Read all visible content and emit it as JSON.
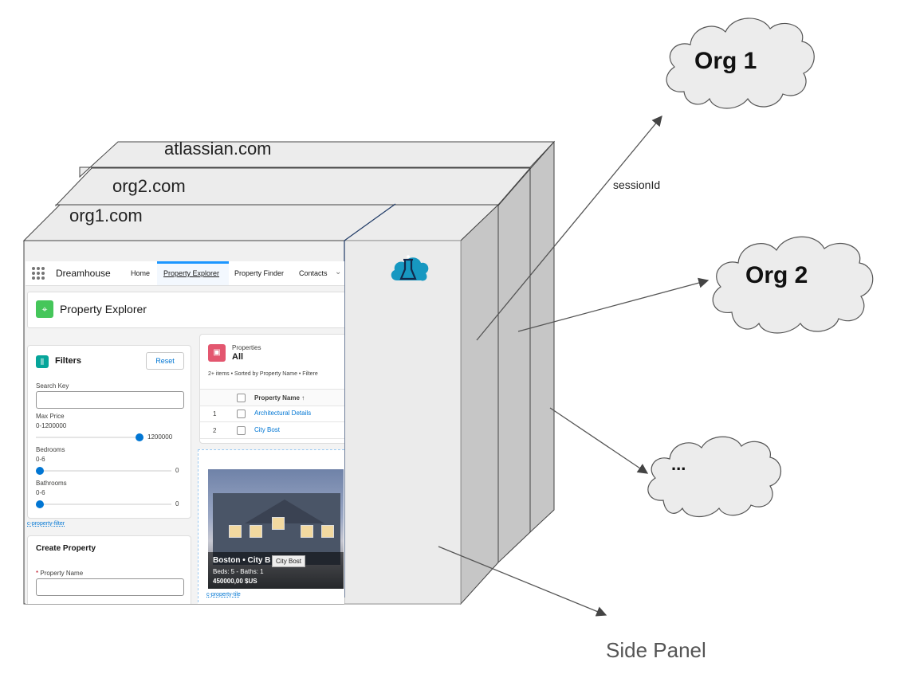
{
  "windows": {
    "back_title": "atlassian.com",
    "middle_title": "org2.com",
    "front_title": "org1.com"
  },
  "clouds": {
    "org1": "Org 1",
    "org2": "Org 2",
    "more": "..."
  },
  "arrow_label": "sessionId",
  "side_panel_label": "Side Panel",
  "app": {
    "name": "Dreamhouse",
    "nav": [
      "Home",
      "Property Explorer",
      "Property Finder",
      "Contacts"
    ],
    "page_title": "Property Explorer",
    "filters": {
      "title": "Filters",
      "reset_label": "Reset",
      "search_key_label": "Search Key",
      "max_price_label": "Max Price",
      "max_price_range": "0-1200000",
      "max_price_value": "1200000",
      "bedrooms_label": "Bedrooms",
      "bedrooms_range": "0-6",
      "bedrooms_value": "0",
      "bathrooms_label": "Bathrooms",
      "bathrooms_range": "0-6",
      "bathrooms_value": "0",
      "component_name": "c-property-filter"
    },
    "create_property": {
      "title": "Create Property",
      "required_mark": "*",
      "property_name_label": "Property Name"
    },
    "properties": {
      "label": "Properties",
      "title": "All",
      "meta": "2+ items • Sorted by Property Name • Filtere",
      "column": "Property Name ↑",
      "rows": [
        {
          "num": "1",
          "name": "Architectural Details"
        },
        {
          "num": "2",
          "name": "City Bost"
        }
      ]
    },
    "tile": {
      "city": "Boston • City B",
      "beds": "Beds: 5 - Baths: 1",
      "price": "450000,00 $US",
      "tooltip": "City Bost",
      "component_name": "c-property-tile"
    }
  },
  "colors": {
    "window_face": "#e8e8e8",
    "window_side": "#c8c8c8",
    "outline": "#444444",
    "accent": "#0176d3"
  }
}
